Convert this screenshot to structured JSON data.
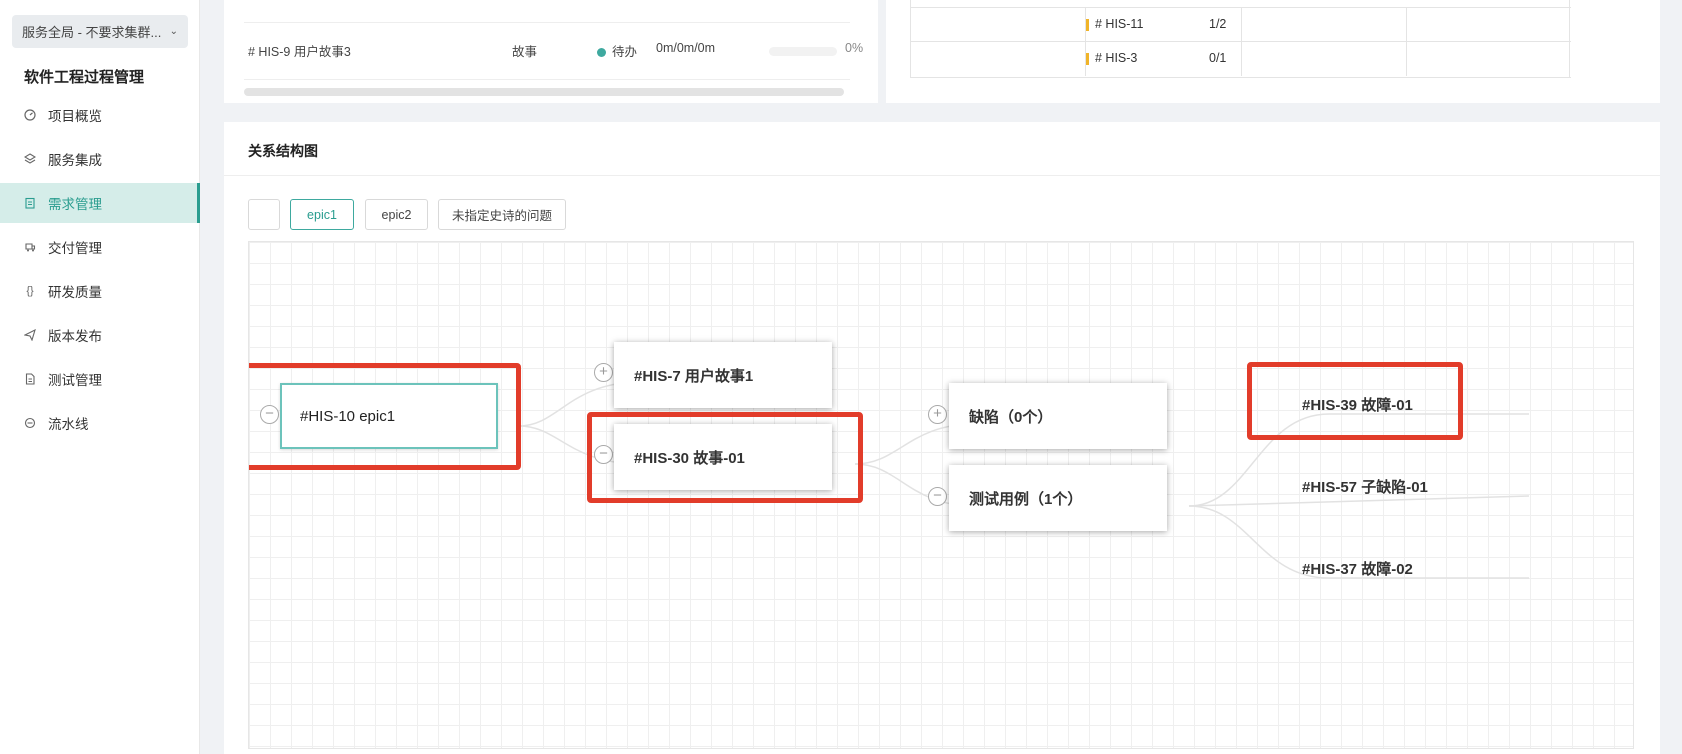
{
  "sidebar": {
    "scope_label": "服务全局 - 不要求集群...",
    "project_title": "软件工程过程管理",
    "items": [
      {
        "label": "项目概览",
        "icon": "dashboard-icon"
      },
      {
        "label": "服务集成",
        "icon": "layers-icon"
      },
      {
        "label": "需求管理",
        "icon": "clipboard-icon",
        "active": true
      },
      {
        "label": "交付管理",
        "icon": "delivery-icon"
      },
      {
        "label": "研发质量",
        "icon": "braces-icon"
      },
      {
        "label": "版本发布",
        "icon": "send-icon"
      },
      {
        "label": "测试管理",
        "icon": "document-icon"
      },
      {
        "label": "流水线",
        "icon": "pipeline-icon"
      }
    ]
  },
  "top_left_table": {
    "row": {
      "id": "# HIS-9 用户故事3",
      "type": "故事",
      "status": "待办",
      "time": "0m/0m/0m",
      "progress": 0,
      "progress_text": "0%"
    },
    "status_color": "#3ea99f"
  },
  "top_right_table": {
    "rows": [
      {
        "id": "# HIS-11",
        "ratio": "1/2"
      },
      {
        "id": "# HIS-3",
        "ratio": "0/1"
      }
    ],
    "bar_color": "#f0b429"
  },
  "relation": {
    "title": "关系结构图",
    "tabs": [
      {
        "label": ""
      },
      {
        "label": "epic1",
        "active": true
      },
      {
        "label": "epic2"
      },
      {
        "label": "未指定史诗的问题"
      }
    ],
    "nodes": {
      "epic": "#HIS-10 epic1",
      "story1": "#HIS-7 用户故事1",
      "story2": "#HIS-30 故事-01",
      "defects": "缺陷（0个）",
      "testcases": "测试用例（1个）",
      "leaf1": "#HIS-39 故障-01",
      "leaf2": "#HIS-57 子缺陷-01",
      "leaf3": "#HIS-37 故障-02"
    },
    "accent_color": "#2a9d8f",
    "highlight_color": "#e23c2a"
  }
}
